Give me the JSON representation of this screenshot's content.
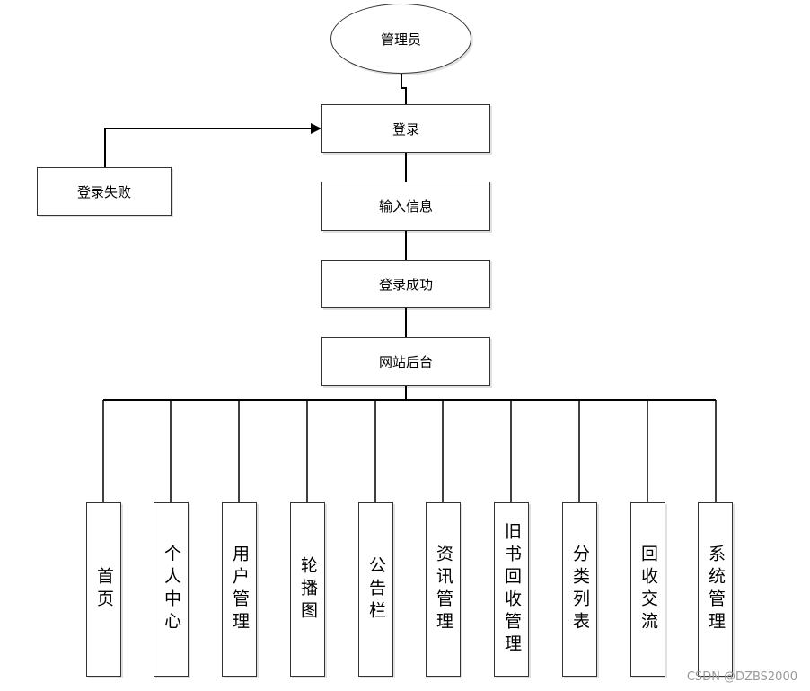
{
  "diagram": {
    "root_label": "管理员",
    "login_label": "登录",
    "login_fail_label": "登录失败",
    "input_info_label": "输入信息",
    "login_success_label": "登录成功",
    "backend_label": "网站后台",
    "modules": [
      "首页",
      "个人中心",
      "用户管理",
      "轮播图",
      "公告栏",
      "资讯管理",
      "旧书回收管理",
      "分类列表",
      "回收交流",
      "系统管理"
    ]
  },
  "watermark": "CSDN @DZBS2000"
}
